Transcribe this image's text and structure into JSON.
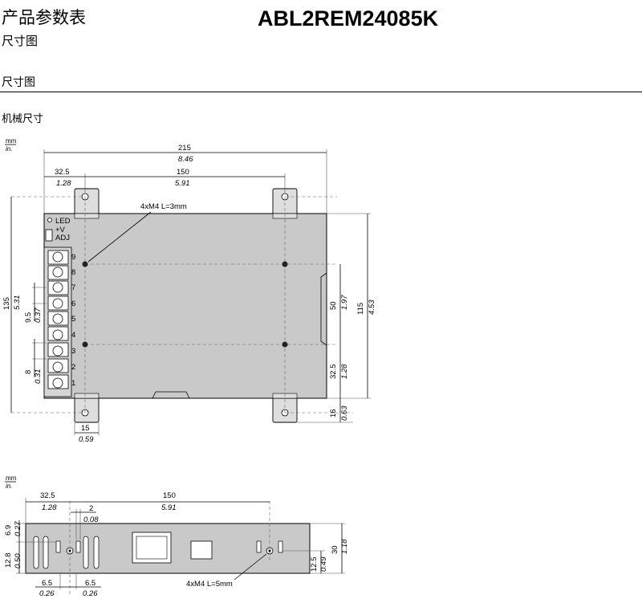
{
  "header": {
    "title": "产品参数表",
    "subtitle": "尺寸图",
    "model": "ABL2REM24085K"
  },
  "section": {
    "title": "尺寸图",
    "subtitle": "机械尺寸"
  },
  "units": {
    "mm": "mm",
    "in": "in."
  },
  "top_view": {
    "overall_width": {
      "mm": "215",
      "in": "8.46"
    },
    "left_offset": {
      "mm": "32.5",
      "in": "1.28"
    },
    "hole_pitch": {
      "mm": "150",
      "in": "5.91"
    },
    "mount_holes": "4xM4 L=3mm",
    "height": {
      "mm": "135",
      "in": "5.31"
    },
    "terminal_pitch": {
      "mm": "9.5",
      "in": "0.37"
    },
    "terminal_gap": {
      "mm": "8",
      "in": "0.31"
    },
    "right_height": {
      "mm": "115",
      "in": "4.53"
    },
    "hole_spacing": {
      "mm": "50",
      "in": "1.97"
    },
    "lower_offset": {
      "mm": "32.5",
      "in": "1.28"
    },
    "tab_height": {
      "mm": "16",
      "in": "0.63"
    },
    "tab_width": {
      "mm": "15",
      "in": "0.59"
    },
    "panel": {
      "led": "LED",
      "v": "+V",
      "adj": "ADJ"
    },
    "terminals": [
      "9",
      "8",
      "7",
      "6",
      "5",
      "4",
      "3",
      "2",
      "1"
    ]
  },
  "side_view": {
    "left_offset": {
      "mm": "32.5",
      "in": "1.28"
    },
    "hole_pitch": {
      "mm": "150",
      "in": "5.91"
    },
    "slot": {
      "mm": "2",
      "in": "0.08"
    },
    "height": {
      "mm": "30",
      "in": "1.18"
    },
    "top_offset": {
      "mm": "6.9",
      "in": "0.27"
    },
    "bottom_offset": {
      "mm": "12.8",
      "in": "0.50"
    },
    "right_offset": {
      "mm": "12.5",
      "in": "0.49"
    },
    "bottom_left": {
      "mm": "6.5",
      "in": "0.26"
    },
    "bottom_right": {
      "mm": "6.5",
      "in": "0.26"
    },
    "mount_holes": "4xM4 L=5mm"
  }
}
